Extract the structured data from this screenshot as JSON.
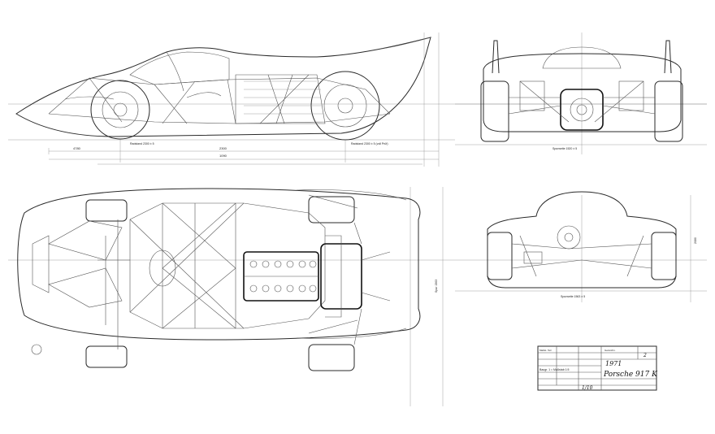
{
  "title_block": {
    "year": "1971",
    "model": "Porsche 917 K",
    "scale": "1/10",
    "header_left": "Maßst. Teil",
    "header_mid": "Gezeichn.",
    "notes_line": "Baugr. 1 = Maßstab 1:5",
    "stamp_mark": "2"
  },
  "annotations": {
    "side_view_left": "Radstand 2300 ± 5",
    "side_view_right": "Radstand 2300 ± 5 (voll Prüf)",
    "side_dim_a": "4780",
    "side_dim_b": "2300",
    "side_dim_c": "1090",
    "front_view_label": "Spurweite 1563 ± 5",
    "rear_view_label": "Spurweite 1520 ± 5",
    "plan_side_label": "Spur 1563",
    "front_dim_right": "2080"
  }
}
